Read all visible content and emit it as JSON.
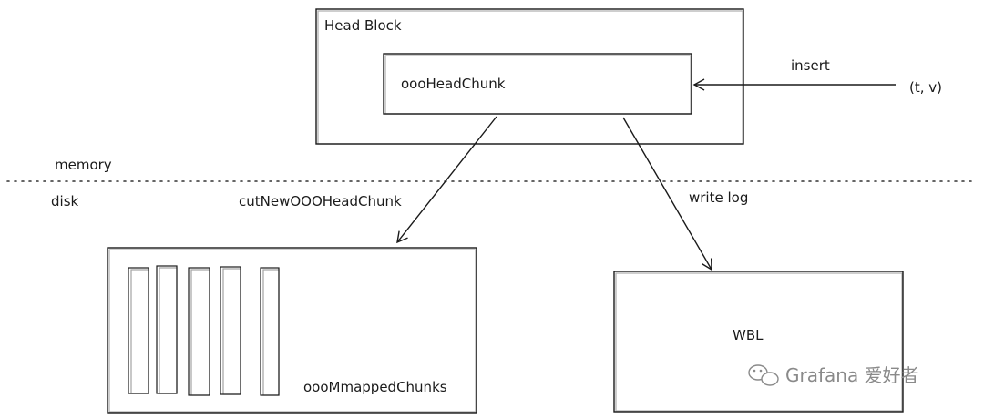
{
  "head_block": {
    "title": "Head Block",
    "chunk_label": "oooHeadChunk"
  },
  "input": {
    "arrow_label": "insert",
    "sample": "(t, v)"
  },
  "divider": {
    "above_label": "memory",
    "below_label": "disk"
  },
  "edges": {
    "cut_label": "cutNewOOOHeadChunk",
    "wal_label": "write log"
  },
  "mmapped": {
    "label": "oooMmappedChunks"
  },
  "wbl": {
    "label": "WBL"
  },
  "watermark": {
    "text": "Grafana 爱好者",
    "icon": "wechat-icon"
  }
}
